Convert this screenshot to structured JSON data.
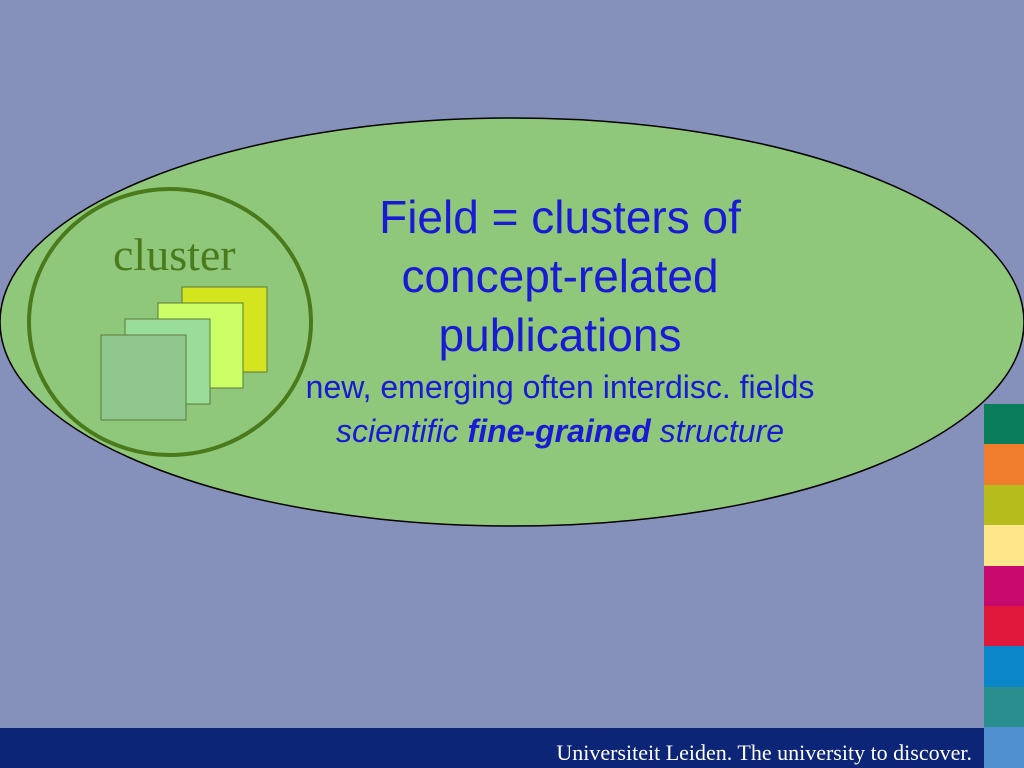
{
  "slide": {
    "background": "#8591bb",
    "title_lines": [
      "Field = clusters of",
      "concept-related",
      "publications"
    ],
    "subtitle": "new, emerging often interdisc. fields",
    "structure_line": {
      "prefix": "scientific ",
      "emphasis": "fine-grained",
      "suffix": " structure"
    },
    "cluster_label": "cluster",
    "ellipse_fill": "#8fc77b",
    "cluster_circle_color": "#4a7a1c",
    "text_color": "#1a1ad6",
    "papers": [
      "#d4e41f",
      "#ccff66",
      "#99dd99",
      "#8fc78f"
    ]
  },
  "footer": {
    "text": "Universiteit Leiden. The university to discover.",
    "background": "#0c2576"
  },
  "color_strip": [
    "#0a7d5a",
    "#ef7d2d",
    "#b5bc1c",
    "#ffe68a",
    "#c8096d",
    "#e0183c",
    "#0b87c9",
    "#2a8e8e",
    "#5190d0"
  ]
}
